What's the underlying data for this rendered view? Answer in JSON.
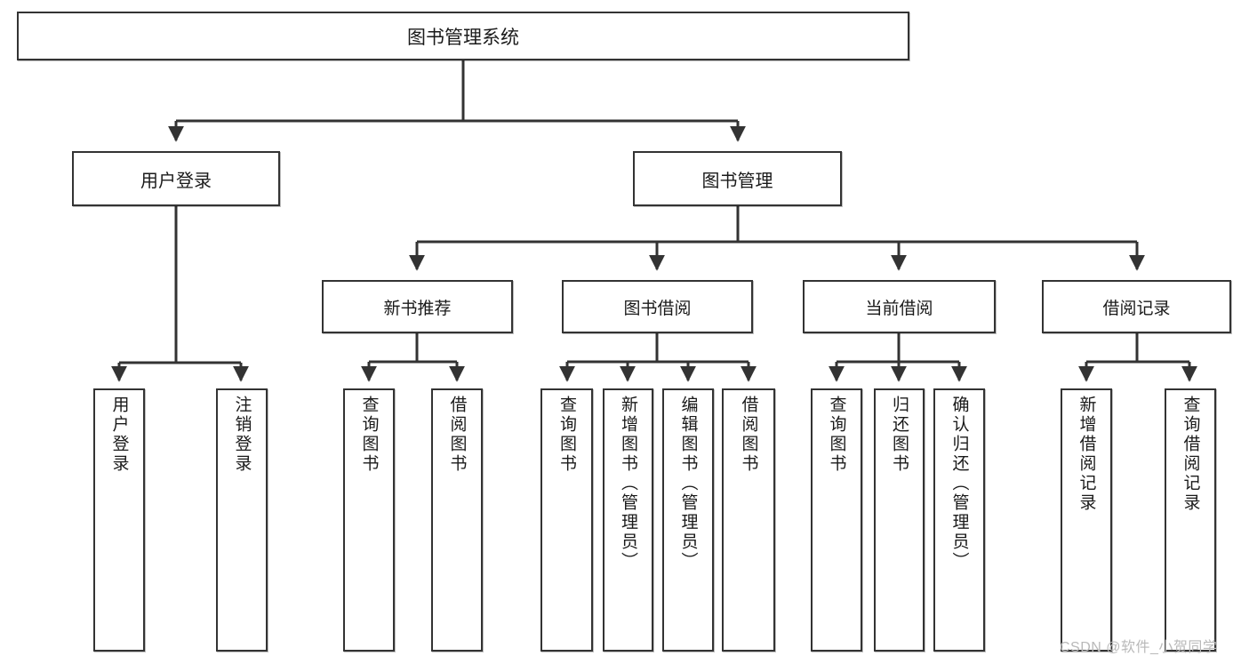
{
  "diagram": {
    "type": "tree-hierarchy",
    "title": "图书管理系统",
    "colors": {
      "box_border": "#333333",
      "box_fill": "#ffffff",
      "connector": "#333333",
      "watermark": "#b9b9b9",
      "background": "#ffffff"
    },
    "root": {
      "label": "图书管理系统"
    },
    "level2": [
      {
        "label": "用户登录"
      },
      {
        "label": "图书管理"
      }
    ],
    "level3": [
      {
        "label": "新书推荐"
      },
      {
        "label": "图书借阅"
      },
      {
        "label": "当前借阅"
      },
      {
        "label": "借阅记录"
      }
    ],
    "leaves": {
      "user_login": [
        {
          "label": "用户登录"
        },
        {
          "label": "注销登录"
        }
      ],
      "new_book_recommend": [
        {
          "label": "查询图书"
        },
        {
          "label": "借阅图书"
        }
      ],
      "book_borrow": [
        {
          "label": "查询图书"
        },
        {
          "label": "新增图书（管理员）"
        },
        {
          "label": "编辑图书（管理员）"
        },
        {
          "label": "借阅图书"
        }
      ],
      "current_borrow": [
        {
          "label": "查询图书"
        },
        {
          "label": "归还图书"
        },
        {
          "label": "确认归还（管理员）"
        }
      ],
      "borrow_record": [
        {
          "label": "新增借阅记录"
        },
        {
          "label": "查询借阅记录"
        }
      ]
    },
    "watermark": "CSDN @软件_小贺同学"
  }
}
